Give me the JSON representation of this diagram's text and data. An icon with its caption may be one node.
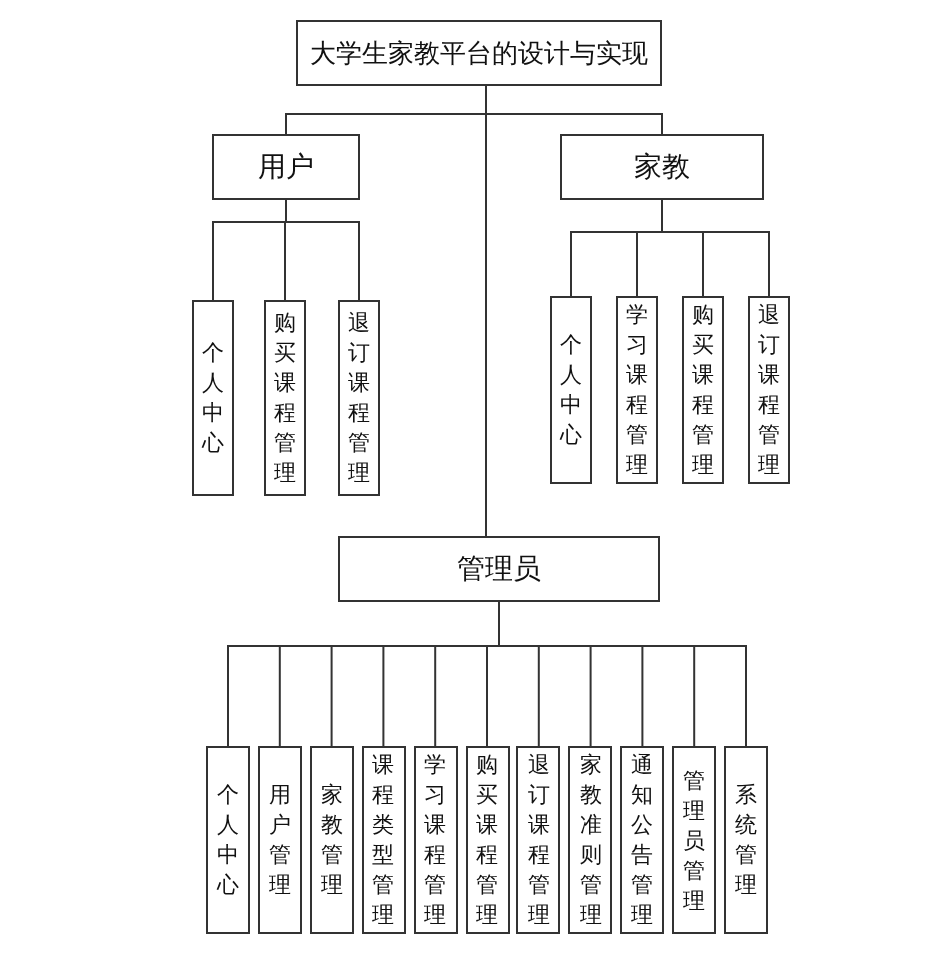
{
  "diagram": {
    "nodes": [
      {
        "text": [
          "大学生家教平台的设计与实现"
        ]
      },
      {
        "text": [
          "用户"
        ]
      },
      {
        "text": [
          "家教"
        ]
      },
      {
        "text": [
          "个人中心"
        ]
      },
      {
        "text": [
          "购买课程管理"
        ]
      },
      {
        "text": [
          "退订课程管理"
        ]
      },
      {
        "text": [
          "个人中心"
        ]
      },
      {
        "text": [
          "学习课程管理"
        ]
      },
      {
        "text": [
          "购买课程管理"
        ]
      },
      {
        "text": [
          "退订课程管理"
        ]
      },
      {
        "text": [
          "管理员"
        ]
      },
      {
        "text": [
          "个人中心"
        ]
      },
      {
        "text": [
          "用户管理"
        ]
      },
      {
        "text": [
          "家教管理"
        ]
      },
      {
        "text": [
          "课程类型管理"
        ]
      },
      {
        "text": [
          "学习课程管理"
        ]
      },
      {
        "text": [
          "购买课程管理"
        ]
      },
      {
        "text": [
          "退订课程管理"
        ]
      },
      {
        "text": [
          "家教准则管理"
        ]
      },
      {
        "text": [
          "通知公告管理"
        ]
      },
      {
        "text": [
          "管理员管理"
        ]
      },
      {
        "text": [
          "系统管理"
        ]
      }
    ],
    "edges": [
      {
        "from": 0,
        "to": 1,
        "arrow": "none"
      },
      {
        "from": 0,
        "to": 2,
        "arrow": "none"
      },
      {
        "from": 0,
        "to": 10,
        "arrow": "none"
      },
      {
        "from": 1,
        "to": 3,
        "arrow": "none"
      },
      {
        "from": 1,
        "to": 4,
        "arrow": "none"
      },
      {
        "from": 1,
        "to": 5,
        "arrow": "none"
      },
      {
        "from": 2,
        "to": 6,
        "arrow": "none"
      },
      {
        "from": 2,
        "to": 7,
        "arrow": "none"
      },
      {
        "from": 2,
        "to": 8,
        "arrow": "none"
      },
      {
        "from": 2,
        "to": 9,
        "arrow": "none"
      },
      {
        "from": 10,
        "to": 11,
        "arrow": "none"
      },
      {
        "from": 10,
        "to": 12,
        "arrow": "none"
      },
      {
        "from": 10,
        "to": 13,
        "arrow": "none"
      },
      {
        "from": 10,
        "to": 14,
        "arrow": "none"
      },
      {
        "from": 10,
        "to": 15,
        "arrow": "none"
      },
      {
        "from": 10,
        "to": 16,
        "arrow": "none"
      },
      {
        "from": 10,
        "to": 17,
        "arrow": "none"
      },
      {
        "from": 10,
        "to": 18,
        "arrow": "none"
      },
      {
        "from": 10,
        "to": 19,
        "arrow": "none"
      },
      {
        "from": 10,
        "to": 20,
        "arrow": "none"
      },
      {
        "from": 10,
        "to": 21,
        "arrow": "none"
      }
    ]
  }
}
